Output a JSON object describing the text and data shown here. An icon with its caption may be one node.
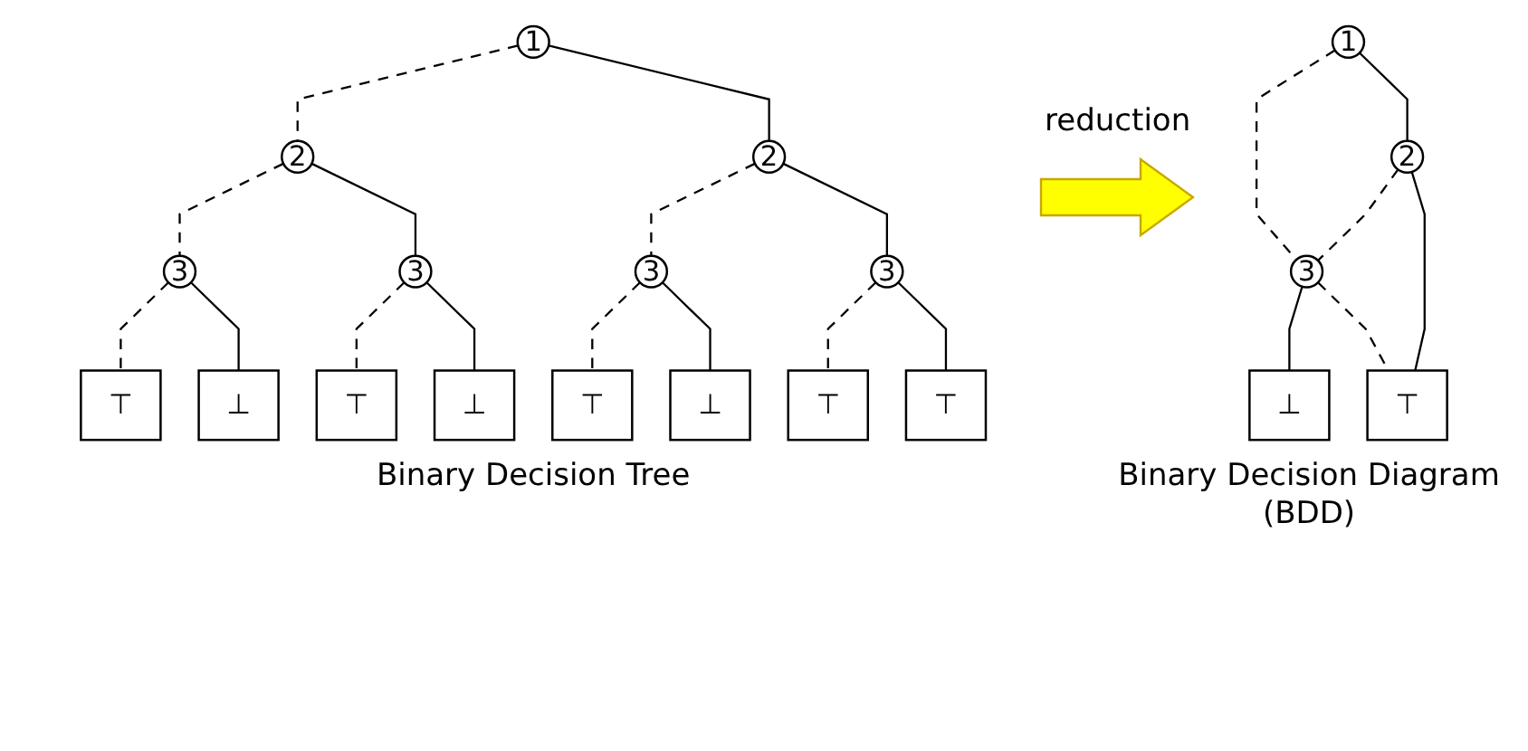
{
  "diagram": {
    "nodes": [
      {
        "text": [
          "1"
        ]
      },
      {
        "text": [
          "2"
        ]
      },
      {
        "text": [
          "2"
        ]
      },
      {
        "text": [
          "3"
        ]
      },
      {
        "text": [
          "3"
        ]
      },
      {
        "text": [
          "3"
        ]
      },
      {
        "text": [
          "3"
        ]
      },
      {
        "text": [
          "⊤"
        ]
      },
      {
        "text": [
          "⊥"
        ]
      },
      {
        "text": [
          "⊤"
        ]
      },
      {
        "text": [
          "⊥"
        ]
      },
      {
        "text": [
          "⊤"
        ]
      },
      {
        "text": [
          "⊥"
        ]
      },
      {
        "text": [
          "⊤"
        ]
      },
      {
        "text": [
          "⊤"
        ]
      },
      {
        "text": [
          "1"
        ]
      },
      {
        "text": [
          "2"
        ]
      },
      {
        "text": [
          "3"
        ]
      },
      {
        "text": [
          "⊥"
        ]
      },
      {
        "text": [
          "⊤"
        ]
      }
    ],
    "edges": [
      {
        "from": 0,
        "to": 1,
        "arrow": "none",
        "style": "dashed"
      },
      {
        "from": 0,
        "to": 2,
        "arrow": "none"
      },
      {
        "from": 1,
        "to": 3,
        "arrow": "none",
        "style": "dashed"
      },
      {
        "from": 1,
        "to": 4,
        "arrow": "none"
      },
      {
        "from": 2,
        "to": 5,
        "arrow": "none",
        "style": "dashed"
      },
      {
        "from": 2,
        "to": 6,
        "arrow": "none"
      },
      {
        "from": 3,
        "to": 7,
        "arrow": "none",
        "style": "dashed"
      },
      {
        "from": 3,
        "to": 8,
        "arrow": "none"
      },
      {
        "from": 4,
        "to": 9,
        "arrow": "none",
        "style": "dashed"
      },
      {
        "from": 4,
        "to": 10,
        "arrow": "none"
      },
      {
        "from": 5,
        "to": 11,
        "arrow": "none",
        "style": "dashed"
      },
      {
        "from": 5,
        "to": 12,
        "arrow": "none"
      },
      {
        "from": 6,
        "to": 13,
        "arrow": "none",
        "style": "dashed"
      },
      {
        "from": 6,
        "to": 14,
        "arrow": "none"
      },
      {
        "from": 15,
        "to": 17,
        "arrow": "none",
        "style": "dashed"
      },
      {
        "from": 15,
        "to": 16,
        "arrow": "none"
      },
      {
        "from": 16,
        "to": 17,
        "arrow": "none",
        "style": "dashed"
      },
      {
        "from": 16,
        "to": 19,
        "arrow": "none"
      },
      {
        "from": 17,
        "to": 18,
        "arrow": "none"
      },
      {
        "from": 17,
        "to": 19,
        "arrow": "none",
        "style": "dashed"
      }
    ],
    "labels": [
      "reduction",
      "Binary Decision Tree",
      "Binary Decision Diagram (BDD)"
    ]
  }
}
